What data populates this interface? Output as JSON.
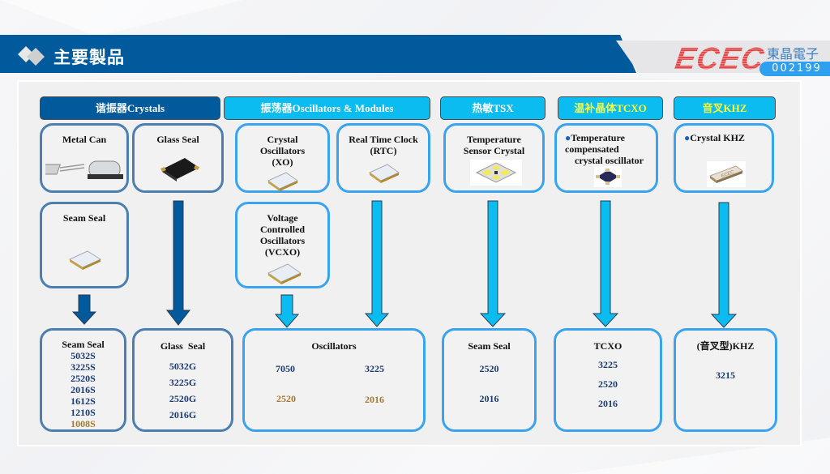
{
  "header": {
    "title": "主要製品",
    "brand_logo": "ECEC",
    "company_name": "東晶電子",
    "stock_code": "002199",
    "colors": {
      "title_bar": "#005a9c",
      "logo_red": "#e24a4a",
      "stock_badge": "#2f9ff0"
    }
  },
  "categories": [
    {
      "label": "谐振器Crystals",
      "style": "dark"
    },
    {
      "label": "振荡器Oscillators & Modules",
      "style": "light"
    },
    {
      "label": "热敏TSX",
      "style": "light"
    },
    {
      "label": "温补晶体TCXO",
      "style": "light-yellow"
    },
    {
      "label": "音叉KHZ",
      "style": "light-yellow"
    }
  ],
  "product_cards": {
    "metal_can": {
      "title": "Metal Can",
      "image": "metal-can-crystal-icon"
    },
    "glass_seal": {
      "title": "Glass Seal",
      "image": "glass-seal-crystal-icon"
    },
    "seam_seal": {
      "title": "Seam Seal",
      "image": "seam-seal-crystal-icon"
    },
    "xo": {
      "title_lines": [
        "Crystal",
        "Oscillators",
        "(XO)"
      ],
      "image": "oscillator-chip-icon"
    },
    "rtc": {
      "title_lines": [
        "Real Time Clock",
        "(RTC)"
      ],
      "image": "rtc-chip-icon"
    },
    "vcxo": {
      "title_lines": [
        "Voltage",
        "Controlled",
        "Oscillators",
        "(VCXO)"
      ],
      "image": "vcxo-chip-icon"
    },
    "tsx": {
      "title_lines": [
        "Temperature",
        "Sensor Crystal"
      ],
      "image": "temp-sensor-chip-icon"
    },
    "tcxo": {
      "bullet": "●",
      "title_lines": [
        "Temperature",
        "compensated",
        "crystal oscillator"
      ],
      "image": "tcxo-chip-icon"
    },
    "khz": {
      "bullet": "●",
      "title": "Crystal  KHZ",
      "image": "khz-crystal-icon"
    }
  },
  "result_cards": {
    "seam_seal": {
      "title": "Seam Seal",
      "sizes": [
        "5032S",
        "3225S",
        "2520S",
        "2016S",
        "1612S",
        "1210S",
        "1008S"
      ],
      "highlight": [
        "1008S"
      ]
    },
    "glass_seal": {
      "title": "Glass  Seal",
      "sizes": [
        "5032G",
        "3225G",
        "2520G",
        "2016G"
      ]
    },
    "oscillators": {
      "title": "Oscillators",
      "sizes": [
        "7050",
        "3225",
        "2520",
        "2016"
      ],
      "highlight": [
        "2520",
        "2016"
      ]
    },
    "tsx_seam_seal": {
      "title": "Seam Seal",
      "sizes": [
        "2520",
        "2016"
      ]
    },
    "tcxo": {
      "title": "TCXO",
      "sizes": [
        "3225",
        "2520",
        "2016"
      ]
    },
    "khz": {
      "title": "(音叉型)KHZ",
      "sizes": [
        "3215"
      ]
    }
  },
  "colors": {
    "dark_blue": "#005a9c",
    "light_blue": "#0bbcf0",
    "dark_border": "#4a7fb0",
    "light_border": "#3aa3f0",
    "value_text": "#1a3a70",
    "highlight_text": "#a07a30"
  }
}
